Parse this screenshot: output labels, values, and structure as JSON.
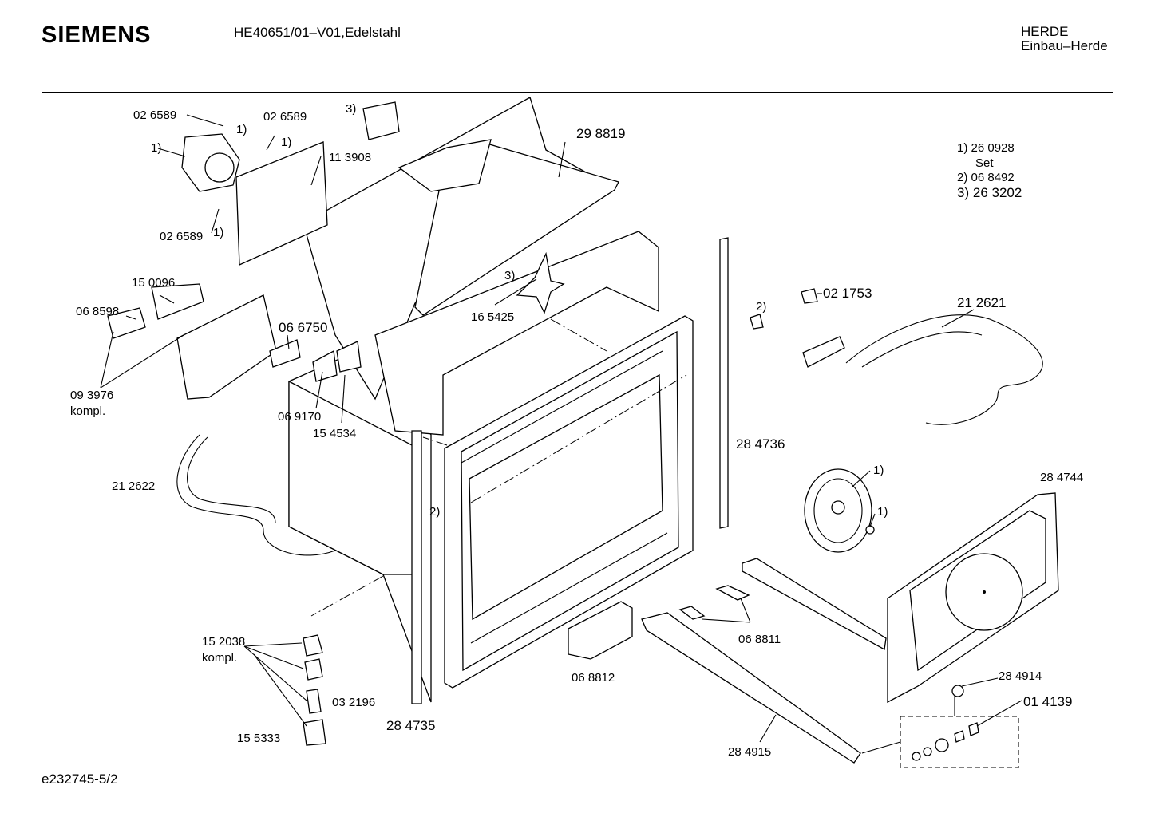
{
  "header": {
    "brand": "SIEMENS",
    "model": "HE40651/01–V01,Edelstahl",
    "category": "HERDE",
    "subcategory": "Einbau–Herde"
  },
  "footer": {
    "drawing_id": "e232745-5/2"
  },
  "legend": [
    {
      "key": "1)",
      "value": "26 0928"
    },
    {
      "key": "",
      "value": "Set"
    },
    {
      "key": "2)",
      "value": "06 8492"
    },
    {
      "key": "3)",
      "value": "26 3202"
    }
  ],
  "labels": {
    "l01": "02 6589",
    "l02": "1)",
    "l03": "02 6589",
    "l04": "1)",
    "l05": "3)",
    "l06": "29 8819",
    "l07": "1)",
    "l08": "11 3908",
    "l09": "02 6589",
    "l10": "1)",
    "l11": "15 0096",
    "l12": "06 8598",
    "l13": "06 6750",
    "l14": "3)",
    "l15": "16 5425",
    "l16": "2)",
    "l17": "02 1753",
    "l18": "21 2621",
    "l19": "09 3976",
    "l20": "kompl.",
    "l21": "06 9170",
    "l22": "15 4534",
    "l23": "28 4736",
    "l24": "21 2622",
    "l25": "2)",
    "l26": "1)",
    "l27": "1)",
    "l28": "28 4744",
    "l29": "15 2038",
    "l30": "kompl.",
    "l31": "06 8811",
    "l32": "06 8812",
    "l33": "28 4914",
    "l34": "03 2196",
    "l35": "01 4139",
    "l36": "28 4735",
    "l37": "15 5333",
    "l38": "28 4915"
  }
}
